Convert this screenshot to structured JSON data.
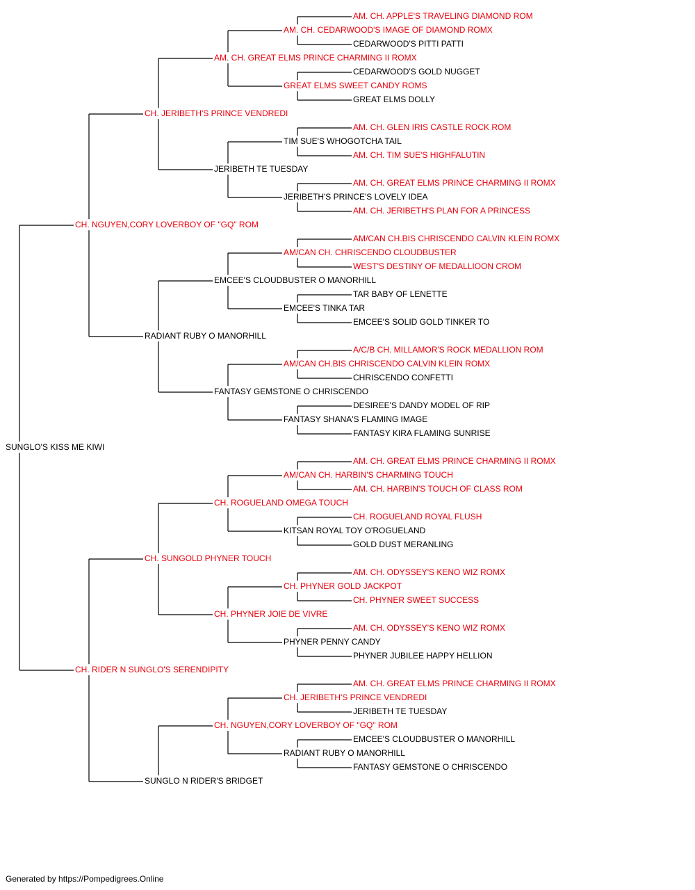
{
  "colors": {
    "champion": "#e8000b",
    "normal": "#000000",
    "line": "#000000"
  },
  "pedigree": {
    "name": "SUNGLO'S KISS ME KIWI",
    "champion": false,
    "sire": {
      "name": "CH. NGUYEN,CORY LOVERBOY OF \"GQ\" ROM",
      "champion": true,
      "sire": {
        "name": "CH. JERIBETH'S PRINCE VENDREDI",
        "champion": true,
        "sire": {
          "name": "AM. CH. GREAT ELMS PRINCE CHARMING II ROMX",
          "champion": true,
          "sire": {
            "name": "AM. CH. CEDARWOOD'S IMAGE OF DIAMOND ROMX",
            "champion": true,
            "sire": {
              "name": "AM. CH. APPLE'S TRAVELING DIAMOND ROM",
              "champion": true
            },
            "dam": {
              "name": "CEDARWOOD'S PITTI PATTI",
              "champion": false
            }
          },
          "dam": {
            "name": "GREAT ELMS SWEET CANDY ROMS",
            "champion": true,
            "sire": {
              "name": "CEDARWOOD'S GOLD NUGGET",
              "champion": false
            },
            "dam": {
              "name": "GREAT ELMS DOLLY",
              "champion": false
            }
          }
        },
        "dam": {
          "name": "JERIBETH TE TUESDAY",
          "champion": false,
          "sire": {
            "name": "TIM SUE'S WHOGOTCHA TAIL",
            "champion": false,
            "sire": {
              "name": "AM. CH. GLEN IRIS CASTLE ROCK ROM",
              "champion": true
            },
            "dam": {
              "name": "AM. CH. TIM SUE'S HIGHFALUTIN",
              "champion": true
            }
          },
          "dam": {
            "name": "JERIBETH'S PRINCE'S LOVELY IDEA",
            "champion": false,
            "sire": {
              "name": "AM. CH. GREAT ELMS PRINCE CHARMING II ROMX",
              "champion": true
            },
            "dam": {
              "name": "AM. CH. JERIBETH'S PLAN FOR A PRINCESS",
              "champion": true
            }
          }
        }
      },
      "dam": {
        "name": "RADIANT RUBY O MANORHILL",
        "champion": false,
        "sire": {
          "name": "EMCEE'S CLOUDBUSTER O MANORHILL",
          "champion": false,
          "sire": {
            "name": "AM/CAN CH. CHRISCENDO CLOUDBUSTER",
            "champion": true,
            "sire": {
              "name": "AM/CAN CH.BIS CHRISCENDO CALVIN KLEIN ROMX",
              "champion": true
            },
            "dam": {
              "name": "WEST'S DESTINY OF MEDALLIOON CROM",
              "champion": true
            }
          },
          "dam": {
            "name": "EMCEE'S TINKA TAR",
            "champion": false,
            "sire": {
              "name": "TAR BABY OF LENETTE",
              "champion": false
            },
            "dam": {
              "name": "EMCEE'S SOLID GOLD TINKER TO",
              "champion": false
            }
          }
        },
        "dam": {
          "name": "FANTASY GEMSTONE O CHRISCENDO",
          "champion": false,
          "sire": {
            "name": "AM/CAN CH.BIS CHRISCENDO CALVIN KLEIN ROMX",
            "champion": true,
            "sire": {
              "name": "A/C/B CH. MILLAMOR'S ROCK MEDALLION ROM",
              "champion": true
            },
            "dam": {
              "name": "CHRISCENDO CONFETTI",
              "champion": false
            }
          },
          "dam": {
            "name": "FANTASY SHANA'S FLAMING IMAGE",
            "champion": false,
            "sire": {
              "name": "DESIREE'S DANDY MODEL OF RIP",
              "champion": false
            },
            "dam": {
              "name": "FANTASY KIRA FLAMING SUNRISE",
              "champion": false
            }
          }
        }
      }
    },
    "dam": {
      "name": "CH. RIDER N SUNGLO'S SERENDIPITY",
      "champion": true,
      "sire": {
        "name": "CH. SUNGOLD PHYNER TOUCH",
        "champion": true,
        "sire": {
          "name": "CH. ROGUELAND OMEGA TOUCH",
          "champion": true,
          "sire": {
            "name": "AM/CAN CH. HARBIN'S CHARMING TOUCH",
            "champion": true,
            "sire": {
              "name": "AM. CH. GREAT ELMS PRINCE CHARMING II ROMX",
              "champion": true
            },
            "dam": {
              "name": "AM. CH. HARBIN'S TOUCH OF CLASS ROM",
              "champion": true
            }
          },
          "dam": {
            "name": "KITSAN ROYAL TOY O'ROGUELAND",
            "champion": false,
            "sire": {
              "name": "CH. ROGUELAND ROYAL FLUSH",
              "champion": true
            },
            "dam": {
              "name": "GOLD DUST MERANLING",
              "champion": false
            }
          }
        },
        "dam": {
          "name": "CH. PHYNER JOIE DE VIVRE",
          "champion": true,
          "sire": {
            "name": "CH. PHYNER GOLD JACKPOT",
            "champion": true,
            "sire": {
              "name": "AM. CH. ODYSSEY'S KENO WIZ ROMX",
              "champion": true
            },
            "dam": {
              "name": "CH. PHYNER SWEET SUCCESS",
              "champion": true
            }
          },
          "dam": {
            "name": "PHYNER PENNY CANDY",
            "champion": false,
            "sire": {
              "name": "AM. CH. ODYSSEY'S KENO WIZ ROMX",
              "champion": true
            },
            "dam": {
              "name": "PHYNER JUBILEE HAPPY HELLION",
              "champion": false
            }
          }
        }
      },
      "dam": {
        "name": "SUNGLO N RIDER'S BRIDGET",
        "champion": false,
        "sire": {
          "name": "CH. NGUYEN,CORY LOVERBOY OF \"GQ\" ROM",
          "champion": true,
          "sire": {
            "name": "CH. JERIBETH'S PRINCE VENDREDI",
            "champion": true,
            "sire": {
              "name": "AM. CH. GREAT ELMS PRINCE CHARMING II ROMX",
              "champion": true
            },
            "dam": {
              "name": "JERIBETH TE TUESDAY",
              "champion": false
            }
          },
          "dam": {
            "name": "RADIANT RUBY O MANORHILL",
            "champion": false,
            "sire": {
              "name": "EMCEE'S CLOUDBUSTER O MANORHILL",
              "champion": false
            },
            "dam": {
              "name": "FANTASY GEMSTONE O CHRISCENDO",
              "champion": false
            }
          }
        }
      }
    }
  },
  "footer": {
    "text": "Generated by https://Pompedigrees.Online"
  }
}
